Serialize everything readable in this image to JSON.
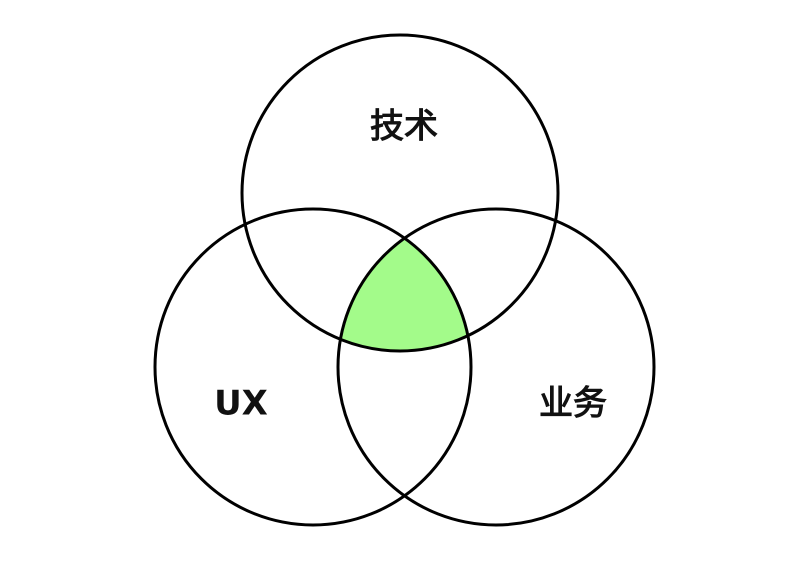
{
  "diagram": {
    "type": "venn",
    "sets": [
      {
        "id": "tech",
        "label": "技术"
      },
      {
        "id": "ux",
        "label": "UX"
      },
      {
        "id": "business",
        "label": "业务"
      }
    ],
    "highlight": {
      "region": "intersection-of-all-sets",
      "color": "#a3fb8a"
    },
    "outline_color": "#000000",
    "background_color": "#ffffff"
  }
}
